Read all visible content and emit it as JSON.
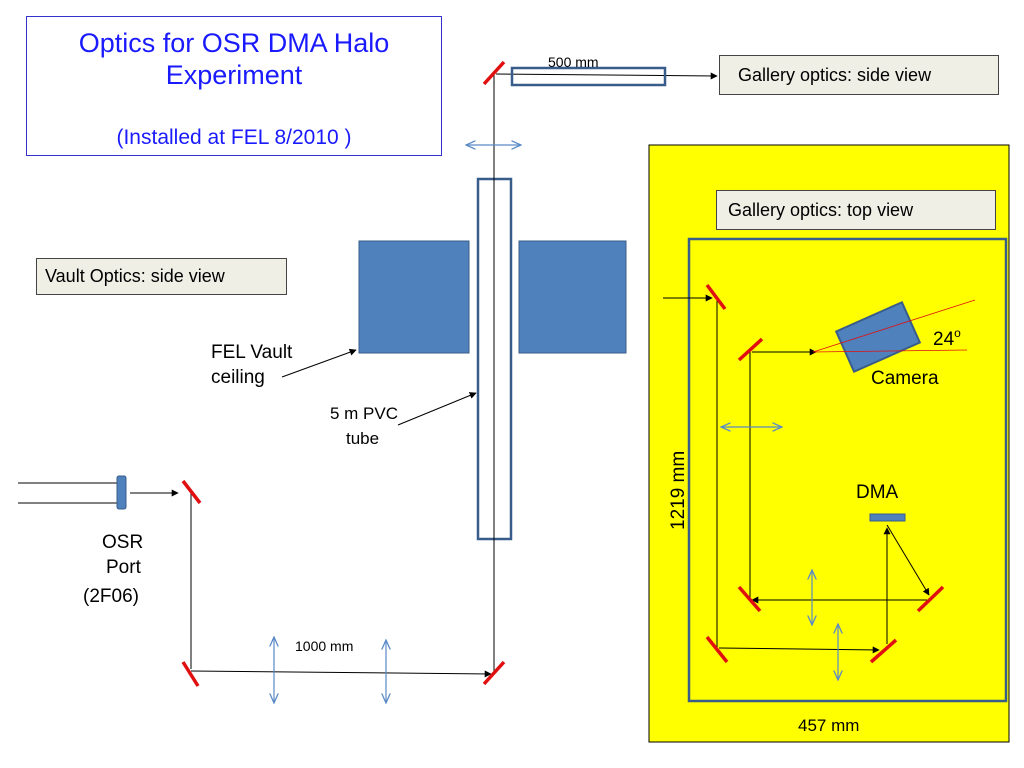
{
  "title": {
    "line1": "Optics for OSR DMA Halo",
    "line2": "Experiment",
    "subtitle": "(Installed at FEL 8/2010 )"
  },
  "labels": {
    "gallery_side_view": "Gallery optics:  side view",
    "gallery_top_view": "Gallery optics:  top view",
    "vault_side_view": "Vault Optics: side view",
    "fel_vault_ceiling_1": "FEL Vault",
    "fel_vault_ceiling_2": "ceiling",
    "pvc_tube_1": "5 m PVC",
    "pvc_tube_2": "tube",
    "osr_port_1": "OSR",
    "osr_port_2": "Port",
    "osr_port_3": "(2F06)",
    "dim_500": "500 mm",
    "dim_1000": "1000 mm",
    "dim_1219": "1219 mm",
    "dim_457": "457 mm",
    "camera": "Camera",
    "angle": "24",
    "angle_unit": "o",
    "dma": "DMA"
  },
  "colors": {
    "title_blue": "#1a1aff",
    "block_blue": "#4f81bd",
    "block_border": "#385d8a",
    "mirror_red": "#e01010",
    "panel_yellow": "#ffff00",
    "arrow_blue": "#5a8ac6",
    "label_bg": "#efefe6"
  }
}
